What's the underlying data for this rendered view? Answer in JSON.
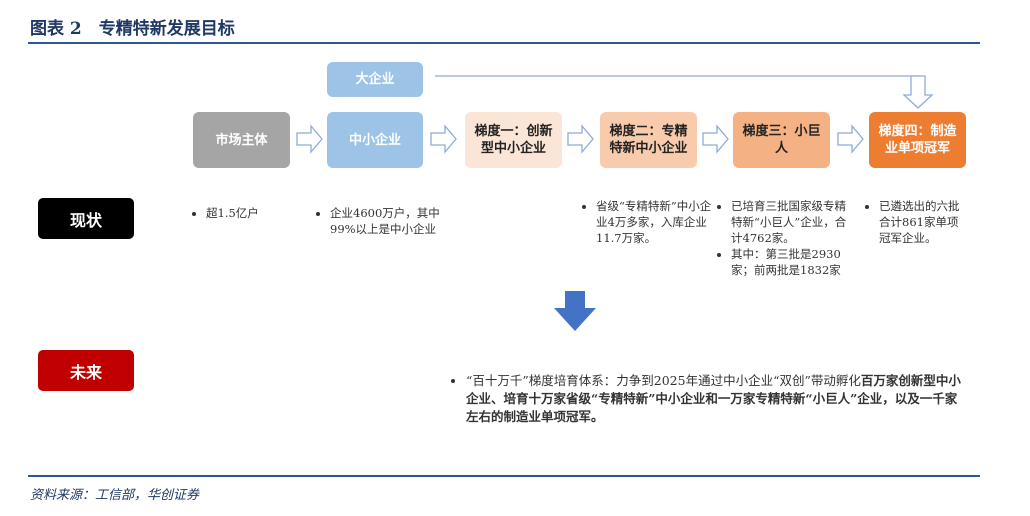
{
  "title": "图表 2　专精特新发展目标",
  "flow": {
    "large": "大企业",
    "boxes": [
      {
        "label": "市场主体",
        "color": "#a5a5a5",
        "text": "#ffffff"
      },
      {
        "label": "中小企业",
        "color": "#9dc3e6",
        "text": "#ffffff"
      },
      {
        "label": "梯度一：创新型中小企业",
        "color": "#fbe5d6",
        "text": "#222222"
      },
      {
        "label": "梯度二：专精特新中小企业",
        "color": "#f8cbad",
        "text": "#222222"
      },
      {
        "label": "梯度三：小巨人",
        "color": "#f4b183",
        "text": "#222222"
      },
      {
        "label": "梯度四：制造业单项冠军",
        "color": "#ed7d31",
        "text": "#ffffff"
      }
    ]
  },
  "status": {
    "label": "现状",
    "notes": [
      [
        "超1.5亿户"
      ],
      [
        "企业4600万户，其中99%以上是中小企业"
      ],
      [
        "省级“专精特新”中小企业4万多家，入库企业11.7万家。"
      ],
      [
        "已培育三批国家级专精特新“小巨人”企业，合计4762家。",
        "其中：第三批是2930家；前两批是1832家"
      ],
      [
        "已遴选出的六批合计861家单项冠军企业。"
      ]
    ]
  },
  "future": {
    "label": "未来",
    "text_normal": "“百十万千”梯度培育体系：力争到2025年通过中小企业“双创”带动孵化",
    "text_bold": "百万家创新型中小企业、培育十万家省级“专精特新”中小企业和一万家专精特新“小巨人”企业，以及一千家左右的制造业单项冠军。"
  },
  "source": "资料来源：工信部，华创证券"
}
